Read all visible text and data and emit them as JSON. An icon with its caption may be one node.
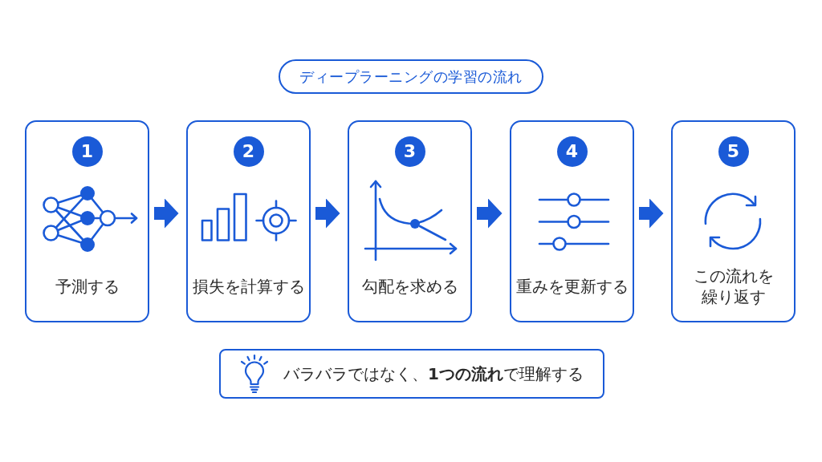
{
  "diagram": {
    "title": "ディープラーニングの学習の流れ",
    "nodes": [
      {
        "text": [
          "予測する"
        ]
      },
      {
        "text": [
          "1"
        ],
        "in": 0
      },
      {
        "text": [
          "損失を計算する"
        ]
      },
      {
        "text": [
          "2"
        ],
        "in": 2
      },
      {
        "text": [
          "勾配を求める"
        ]
      },
      {
        "text": [
          "3"
        ],
        "in": 4
      },
      {
        "text": [
          "重みを更新する"
        ]
      },
      {
        "text": [
          "4"
        ],
        "in": 6
      },
      {
        "text": [
          "この流れを繰り返す"
        ]
      },
      {
        "text": [
          "5"
        ],
        "in": 8
      },
      {
        "text": [
          "バラバラではなく、**1つの流れ**で理解する"
        ]
      }
    ],
    "edges": [
      {
        "from": 0,
        "to": 2,
        "arrow": "to"
      },
      {
        "from": 2,
        "to": 4,
        "arrow": "to"
      },
      {
        "from": 4,
        "to": 6,
        "arrow": "to"
      },
      {
        "from": 6,
        "to": 8,
        "arrow": "to"
      }
    ]
  }
}
